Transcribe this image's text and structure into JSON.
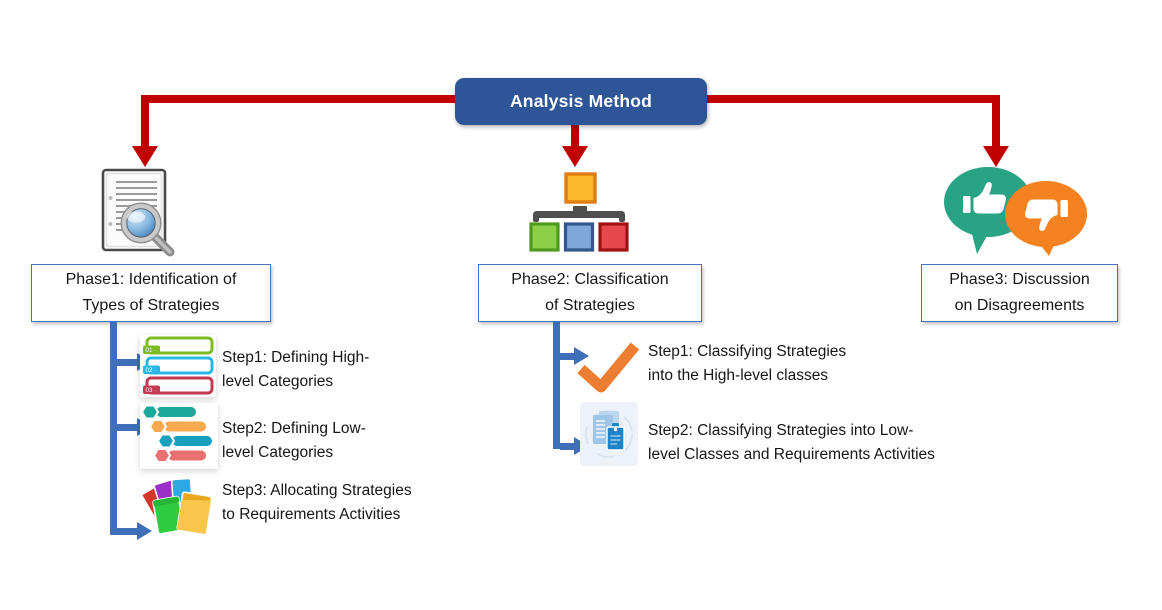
{
  "title": {
    "label": "Analysis Method"
  },
  "colors": {
    "arrow_red": "#C00000",
    "title_bg": "#2E5597",
    "phase_border": "#4472C4",
    "connector_blue": "#3E6FB8",
    "check_orange": "#ED7D31",
    "bubble_green": "#29A385",
    "bubble_orange": "#F58220"
  },
  "phases": [
    {
      "name": "Phase 1",
      "icon": "document-magnifier-icon",
      "label_line1": "Phase1: Identification of",
      "label_line2": "Types of Strategies",
      "steps": [
        {
          "icon": "numbered-list-icon",
          "line1": "Step1: Defining High-",
          "line2": "level Categories"
        },
        {
          "icon": "milestone-chart-icon",
          "line1": "Step2: Defining Low-",
          "line2": "level Categories"
        },
        {
          "icon": "folders-icon",
          "line1": "Step3: Allocating Strategies",
          "line2": "to Requirements Activities"
        }
      ]
    },
    {
      "name": "Phase 2",
      "icon": "hierarchy-icon",
      "label_line1": "Phase2: Classification",
      "label_line2": "of Strategies",
      "steps": [
        {
          "icon": "check-mark-icon",
          "line1": "Step1: Classifying Strategies",
          "line2": "into the High-level classes"
        },
        {
          "icon": "document-tag-icon",
          "line1": "Step2: Classifying Strategies into Low-",
          "line2": "level Classes and Requirements Activities"
        }
      ]
    },
    {
      "name": "Phase 3",
      "icon": "thumbs-feedback-icon",
      "label_line1": "Phase3: Discussion",
      "label_line2": "on Disagreements",
      "steps": []
    }
  ],
  "list_icon_labels": [
    "01 ·",
    "02 ·",
    "03 ·"
  ]
}
